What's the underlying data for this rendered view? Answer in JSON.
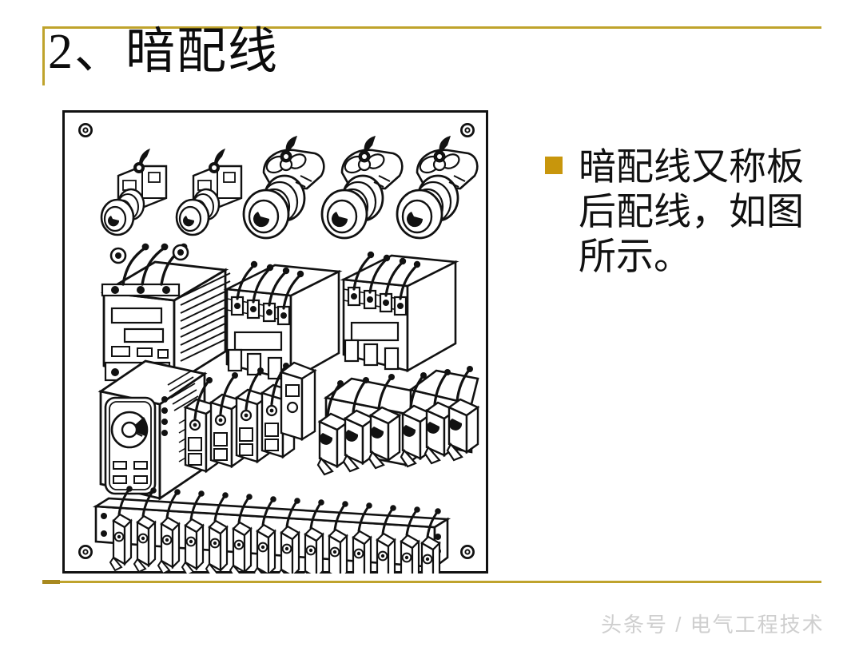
{
  "slide": {
    "title": "2、暗配线",
    "background_color": "#ffffff",
    "accent_color": "#bfa32c",
    "bullet_color": "#c8960c",
    "text_color": "#111111"
  },
  "bullet": {
    "marker": "square-bullet",
    "text": "暗配线又称板后配线，如图所示。"
  },
  "watermark": {
    "text": "头条号 / 电气工程技术",
    "color": "#cfcfcf"
  },
  "figure": {
    "caption": "",
    "alt": "电气控制板后配线示意图",
    "panel": {
      "corner_screws": 4,
      "rows": [
        {
          "name": "row-pushbuttons",
          "count": 5,
          "label": "按钮 / 指示灯"
        },
        {
          "name": "row-contactors",
          "count": 3,
          "label": "接触器 / 继电器"
        },
        {
          "name": "row-relays-terminals",
          "count": 4,
          "label": "时间继电器、端子排、热继电器"
        },
        {
          "name": "row-terminal-strip",
          "count": 14,
          "label": "接线端子排"
        }
      ]
    }
  }
}
